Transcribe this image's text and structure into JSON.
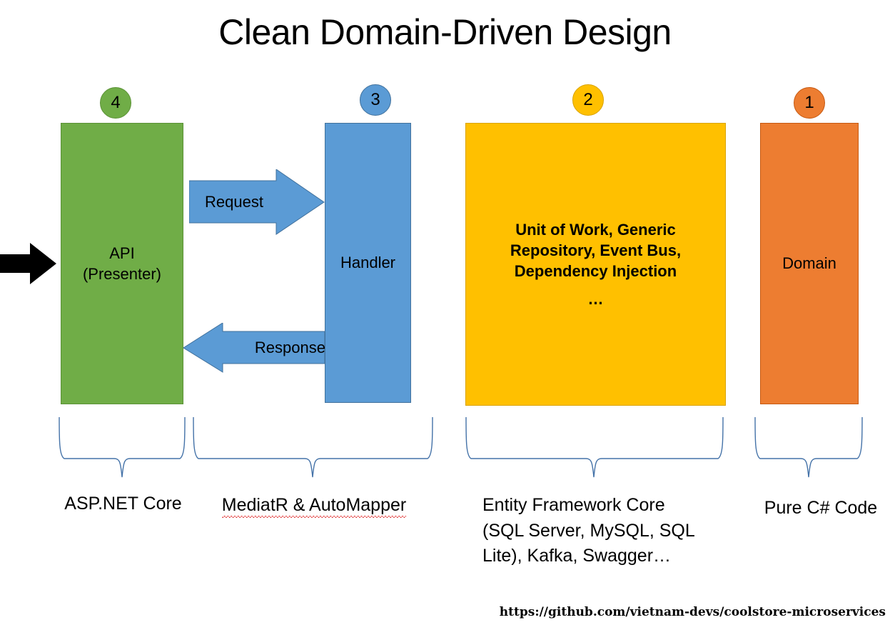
{
  "title": "Clean Domain-Driven Design",
  "colors": {
    "green": "#70AD47",
    "green_border": "#5B9236",
    "blue": "#5B9BD5",
    "blue_border": "#41719C",
    "yellow": "#FFC000",
    "yellow_border": "#D9A300",
    "orange": "#ED7D31",
    "orange_border": "#C65911",
    "brace": "#4472A8",
    "arrow_black": "#000000",
    "spellcheck_underline": "#E03030"
  },
  "layers": [
    {
      "number": "4",
      "circle_color": "#70AD47",
      "box_color": "#70AD47",
      "label": "API\n(Presenter)",
      "label_lines": [
        "API",
        "(Presenter)"
      ],
      "caption": "ASP.NET Core",
      "caption_misspelled": false
    },
    {
      "number": "3",
      "circle_color": "#5B9BD5",
      "box_color": "#5B9BD5",
      "label": "Handler",
      "label_lines": [
        "Handler"
      ],
      "caption": "MediatR & AutoMapper",
      "caption_misspelled": true
    },
    {
      "number": "2",
      "circle_color": "#FFC000",
      "box_color": "#FFC000",
      "label": "Unit of Work, Generic Repository, Event Bus, Dependency Injection\n…",
      "label_lines": [
        "Unit of Work, Generic",
        "Repository, Event Bus,",
        "Dependency Injection",
        "…"
      ],
      "caption": "Entity Framework Core (SQL Server, MySQL, SQL Lite), Kafka, Swagger…",
      "caption_lines": [
        "Entity Framework Core",
        "(SQL Server, MySQL, SQL",
        "Lite), Kafka, Swagger…"
      ],
      "caption_misspelled": false
    },
    {
      "number": "1",
      "circle_color": "#ED7D31",
      "box_color": "#ED7D31",
      "label": "Domain",
      "label_lines": [
        "Domain"
      ],
      "caption": "Pure C# Code",
      "caption_misspelled": false
    }
  ],
  "flow": {
    "entry_arrow": "inbound-request-arrow",
    "request_label": "Request",
    "response_label": "Response"
  },
  "footer": {
    "url": "https://github.com/vietnam-devs/coolstore-microservices"
  }
}
